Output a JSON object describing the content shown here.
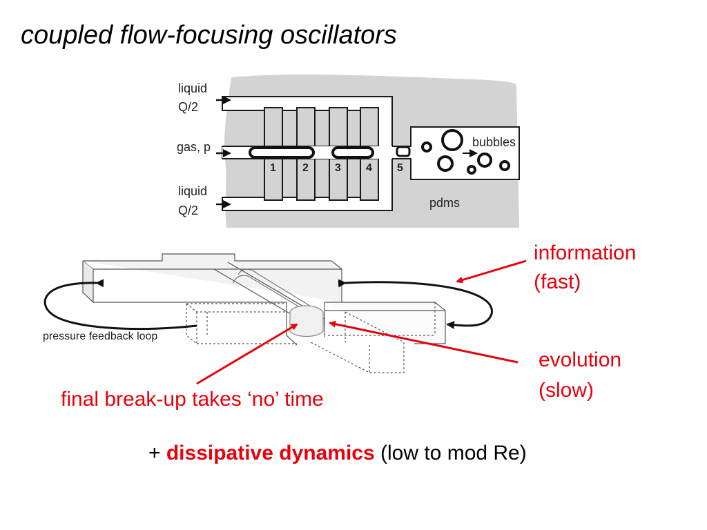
{
  "title": "coupled flow-focusing oscillators",
  "device": {
    "inlet_liquid_top": [
      "liquid",
      "Q/2"
    ],
    "inlet_gas": "gas, p",
    "inlet_liquid_bottom": [
      "liquid",
      "Q/2"
    ],
    "outlet_label": "bubbles",
    "material_label": "pdms",
    "oscillator_numbers": [
      "1",
      "2",
      "3",
      "4",
      "5"
    ]
  },
  "feedback_label": "pressure feedback loop",
  "annotations": {
    "information": [
      "information",
      "(fast)"
    ],
    "evolution": [
      "evolution",
      "(slow)"
    ],
    "breakup": "final break-up takes ‘no’ time"
  },
  "footer": {
    "prefix": "+ ",
    "emphasis": "dissipative dynamics",
    "suffix": " (low to mod Re)"
  },
  "colors": {
    "accent": "#e8000b",
    "pdms": "#d3d3d3"
  }
}
